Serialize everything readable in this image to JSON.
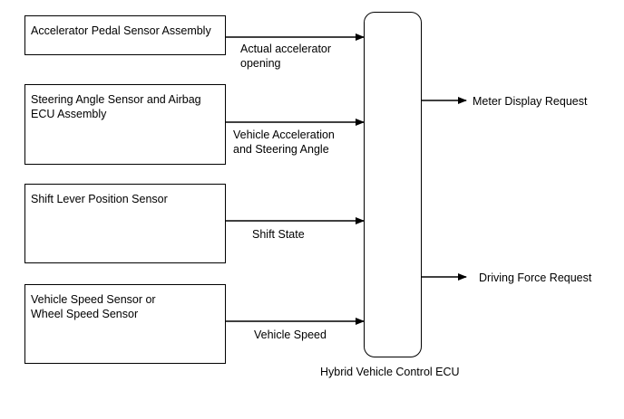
{
  "inputs": [
    {
      "sensor": "Accelerator Pedal Sensor Assembly",
      "signal": "Actual accelerator\nopening"
    },
    {
      "sensor": "Steering Angle Sensor and Airbag\nECU Assembly",
      "signal": "Vehicle Acceleration\nand Steering Angle"
    },
    {
      "sensor": "Shift Lever Position Sensor",
      "signal": "Shift State"
    },
    {
      "sensor": "Vehicle Speed Sensor or\nWheel Speed Sensor",
      "signal": "Vehicle Speed"
    }
  ],
  "ecu": {
    "label": "Hybrid Vehicle Control ECU"
  },
  "outputs": [
    {
      "label": "Meter Display Request"
    },
    {
      "label": "Driving Force Request"
    }
  ]
}
